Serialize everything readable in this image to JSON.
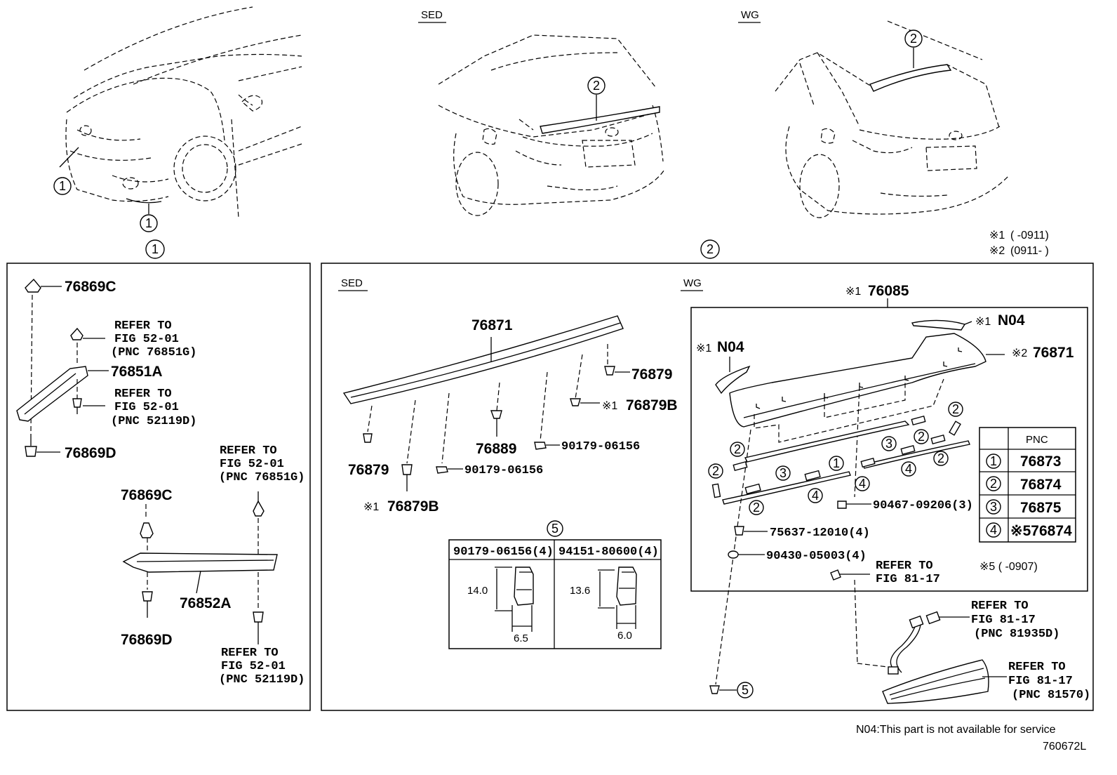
{
  "views": {
    "sed": "SED",
    "wg": "WG",
    "callout_1": "①",
    "callout_2": "②"
  },
  "notes_top": {
    "note1_mark": "※1",
    "note1_range": "(      -0911)",
    "note2_mark": "※2",
    "note2_range": "(0911-      )"
  },
  "panel1": {
    "parts": [
      "76869C",
      "76851A",
      "76869D",
      "76869C",
      "76852A",
      "76869D"
    ],
    "refers": [
      [
        "REFER TO",
        "FIG 52-01",
        "(PNC 76851G)"
      ],
      [
        "REFER TO",
        "FIG 52-01",
        "(PNC 52119D)"
      ],
      [
        "REFER TO",
        "FIG 52-01",
        "(PNC 76851G)"
      ],
      [
        "REFER TO",
        "FIG 52-01",
        "(PNC 52119D)"
      ]
    ]
  },
  "panel2": {
    "sed_tag": "SED",
    "wg_tag": "WG",
    "sed_parts": [
      "76871",
      "76879",
      "76879B",
      "76889",
      "90179-06156",
      "90179-06156",
      "76879",
      "76879B"
    ],
    "note1_mark": "※1",
    "callout_5": "⑤",
    "detail": {
      "col1_header": "90179-06156(4)",
      "col2_header": "94151-80600(4)",
      "col1_dim_h": "14.0",
      "col1_dim_w": "6.5",
      "col2_dim_h": "13.6",
      "col2_dim_w": "6.0"
    },
    "wg_parts": {
      "assy": "76085",
      "n04": "N04",
      "spoiler": "76871",
      "screw": "90467-09206(3)",
      "clip1": "75637-12010(4)",
      "clip2": "90430-05003(4)"
    },
    "wg_note2_mark": "※2",
    "wg_refers": [
      [
        "REFER TO",
        "FIG 81-17"
      ],
      [
        "REFER TO",
        "FIG 81-17",
        "(PNC 81935D)"
      ],
      [
        "REFER TO",
        "FIG 81-17",
        "(PNC 81570)"
      ]
    ],
    "circled": [
      "①",
      "②",
      "③",
      "④"
    ],
    "pnc_table": {
      "header": "PNC",
      "rows": [
        {
          "mark": "①",
          "pnc": "76873"
        },
        {
          "mark": "②",
          "pnc": "76874"
        },
        {
          "mark": "③",
          "pnc": "76875"
        },
        {
          "mark": "④",
          "pnc": "※576874"
        }
      ]
    },
    "note5": "※5 (      -0907)"
  },
  "footer": {
    "n04_note": "N04:This part is not available for service",
    "figure_id": "760672L"
  }
}
